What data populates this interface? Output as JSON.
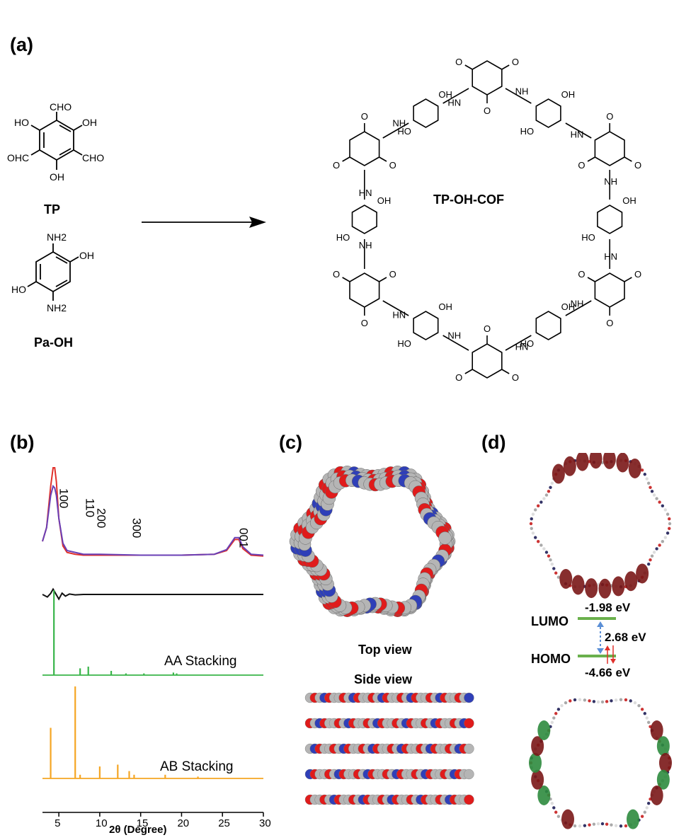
{
  "panel_labels": {
    "a": "(a)",
    "b": "(b)",
    "c": "(c)",
    "d": "(d)"
  },
  "reactants": {
    "tp": {
      "name": "TP",
      "groups": [
        "CHO",
        "HO",
        "OH",
        "OHC",
        "CHO",
        "OH"
      ]
    },
    "paoh": {
      "name": "Pa-OH",
      "groups": [
        "NH2",
        "OH",
        "HO",
        "NH2"
      ]
    }
  },
  "product": {
    "name": "TP-OH-COF"
  },
  "chart_data": {
    "type": "line",
    "xlabel": "2θ (Degree)",
    "xlim": [
      3,
      30
    ],
    "xticks": [
      "5",
      "10",
      "15",
      "20",
      "25",
      "30"
    ],
    "peak_labels": [
      {
        "text": "100",
        "x": 4.6
      },
      {
        "text": "110",
        "x": 7.8
      },
      {
        "text": "200",
        "x": 9.2
      },
      {
        "text": "300",
        "x": 13.5
      },
      {
        "text": "001",
        "x": 26.6
      }
    ],
    "series": [
      {
        "name": "",
        "color": "#e0302a",
        "x": [
          3,
          3.5,
          4.0,
          4.3,
          4.5,
          4.7,
          5.0,
          5.5,
          6.0,
          7.0,
          8.0,
          10,
          15,
          20,
          24,
          25.5,
          26.5,
          27.0,
          27.5,
          28.5,
          30
        ],
        "y": [
          0.2,
          0.35,
          0.8,
          1.0,
          1.0,
          0.85,
          0.45,
          0.15,
          0.08,
          0.06,
          0.05,
          0.05,
          0.05,
          0.05,
          0.06,
          0.1,
          0.22,
          0.22,
          0.12,
          0.05,
          0.04
        ]
      },
      {
        "name": "",
        "color": "#6a3fb5",
        "x": [
          3,
          3.5,
          4.0,
          4.3,
          4.5,
          4.7,
          5.0,
          5.5,
          6.0,
          7.0,
          8.0,
          10,
          15,
          20,
          24,
          25.5,
          26.5,
          27.0,
          27.5,
          28.5,
          30
        ],
        "y": [
          0.2,
          0.35,
          0.7,
          0.8,
          0.78,
          0.7,
          0.45,
          0.18,
          0.1,
          0.08,
          0.06,
          0.06,
          0.05,
          0.05,
          0.06,
          0.11,
          0.24,
          0.24,
          0.14,
          0.06,
          0.05
        ]
      },
      {
        "name": "",
        "color": "#111111",
        "x": [
          3,
          3.6,
          4.0,
          4.3,
          4.6,
          5.0,
          5.4,
          5.8,
          6.3,
          7.0,
          8.0,
          30
        ],
        "y": [
          0,
          -0.12,
          0.05,
          0.25,
          0.05,
          -0.22,
          0.06,
          -0.08,
          0.02,
          -0.02,
          0,
          0
        ]
      },
      {
        "name": "AA Stacking",
        "color": "#39b54a",
        "peaks": [
          [
            4.4,
            1.0
          ],
          [
            7.6,
            0.08
          ],
          [
            8.6,
            0.1
          ],
          [
            11.4,
            0.05
          ],
          [
            13.2,
            0.02
          ],
          [
            15.4,
            0.02
          ],
          [
            19.0,
            0.03
          ],
          [
            19.4,
            0.02
          ]
        ]
      },
      {
        "name": "AB Stacking",
        "color": "#f5a623",
        "peaks": [
          [
            4.0,
            0.55
          ],
          [
            7.0,
            1.0
          ],
          [
            7.6,
            0.04
          ],
          [
            10.0,
            0.13
          ],
          [
            12.2,
            0.15
          ],
          [
            13.6,
            0.08
          ],
          [
            14.2,
            0.04
          ],
          [
            18.0,
            0.04
          ],
          [
            22.0,
            0.02
          ]
        ]
      }
    ]
  },
  "panel_c": {
    "top_view": "Top view",
    "side_view": "Side view"
  },
  "panel_d": {
    "lumo_label": "LUMO",
    "homo_label": "HOMO",
    "lumo_value": "-1.98 eV",
    "gap_value": "2.68 eV",
    "homo_value": "-4.66 eV"
  },
  "colors": {
    "oxygen": "#e01b1b",
    "nitrogen": "#2f3fb8",
    "carbon": "#b5b5b5",
    "orbital_green": "#2e8b3e",
    "orbital_red": "#7a1717"
  }
}
